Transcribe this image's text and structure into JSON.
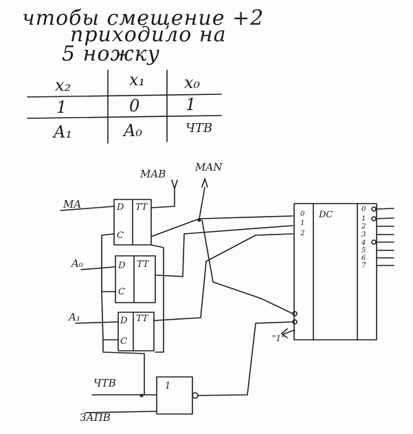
{
  "note": {
    "lines": [
      "чтобы смещение +2",
      "приходило на",
      "5 ножку"
    ]
  },
  "truth_table": {
    "headers": [
      "x₂",
      "x₁",
      "x₀"
    ],
    "rows": [
      [
        "1",
        "0",
        "1"
      ],
      [
        "A₁",
        "A₀",
        "ЧТВ"
      ]
    ]
  },
  "circuit": {
    "outputs": [
      "MAB",
      "MAN"
    ],
    "inputs": [
      "MA",
      "A₀",
      "A₁",
      "ЧТВ",
      "ЗАПВ"
    ],
    "triggers": [
      {
        "d": "D",
        "c": "C",
        "type": "TT"
      },
      {
        "d": "D",
        "c": "C",
        "type": "TT"
      },
      {
        "d": "D",
        "c": "C",
        "type": "TT"
      }
    ],
    "and_gate": {
      "label": "1"
    },
    "decoder": {
      "label": "DC",
      "inputs": [
        "0",
        "1",
        "2"
      ],
      "outputs": [
        "0",
        "1",
        "2",
        "3",
        "4",
        "5",
        "6",
        "7"
      ],
      "side_note": "\"1\""
    }
  }
}
